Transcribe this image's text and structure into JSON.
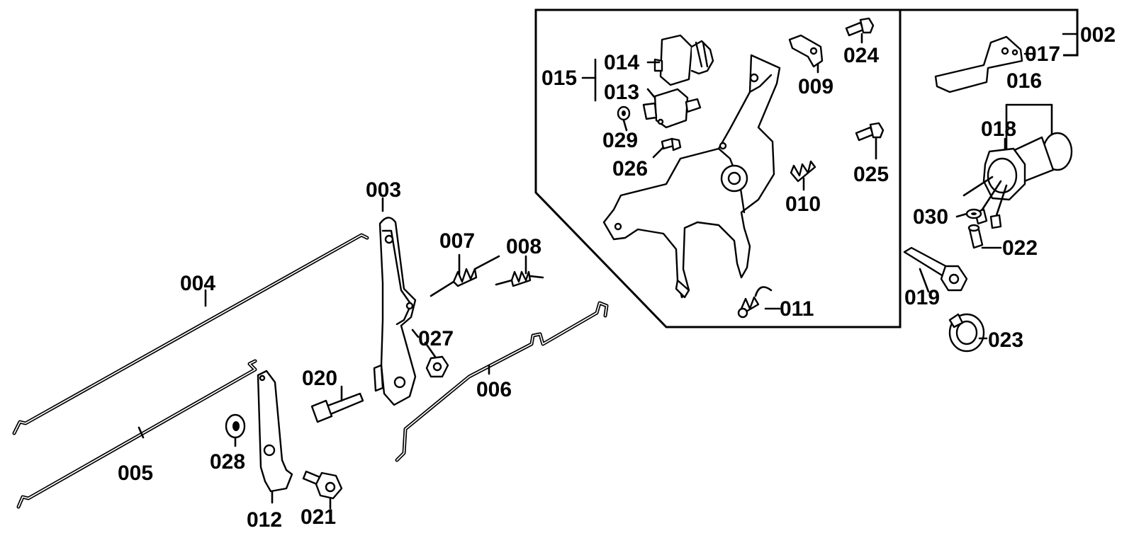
{
  "labels": {
    "p002": "002",
    "p003": "003",
    "p004": "004",
    "p005": "005",
    "p006": "006",
    "p007": "007",
    "p008": "008",
    "p009": "009",
    "p010": "010",
    "p011": "011",
    "p012": "012",
    "p013": "013",
    "p014": "014",
    "p015": "015",
    "p016": "016",
    "p017": "017",
    "p018": "018",
    "p019": "019",
    "p020": "020",
    "p021": "021",
    "p022": "022",
    "p023": "023",
    "p024": "024",
    "p025": "025",
    "p026": "026",
    "p027": "027",
    "p028": "028",
    "p029": "029",
    "p030": "030"
  },
  "colors": {
    "ink": "#000000",
    "paper": "#ffffff"
  }
}
